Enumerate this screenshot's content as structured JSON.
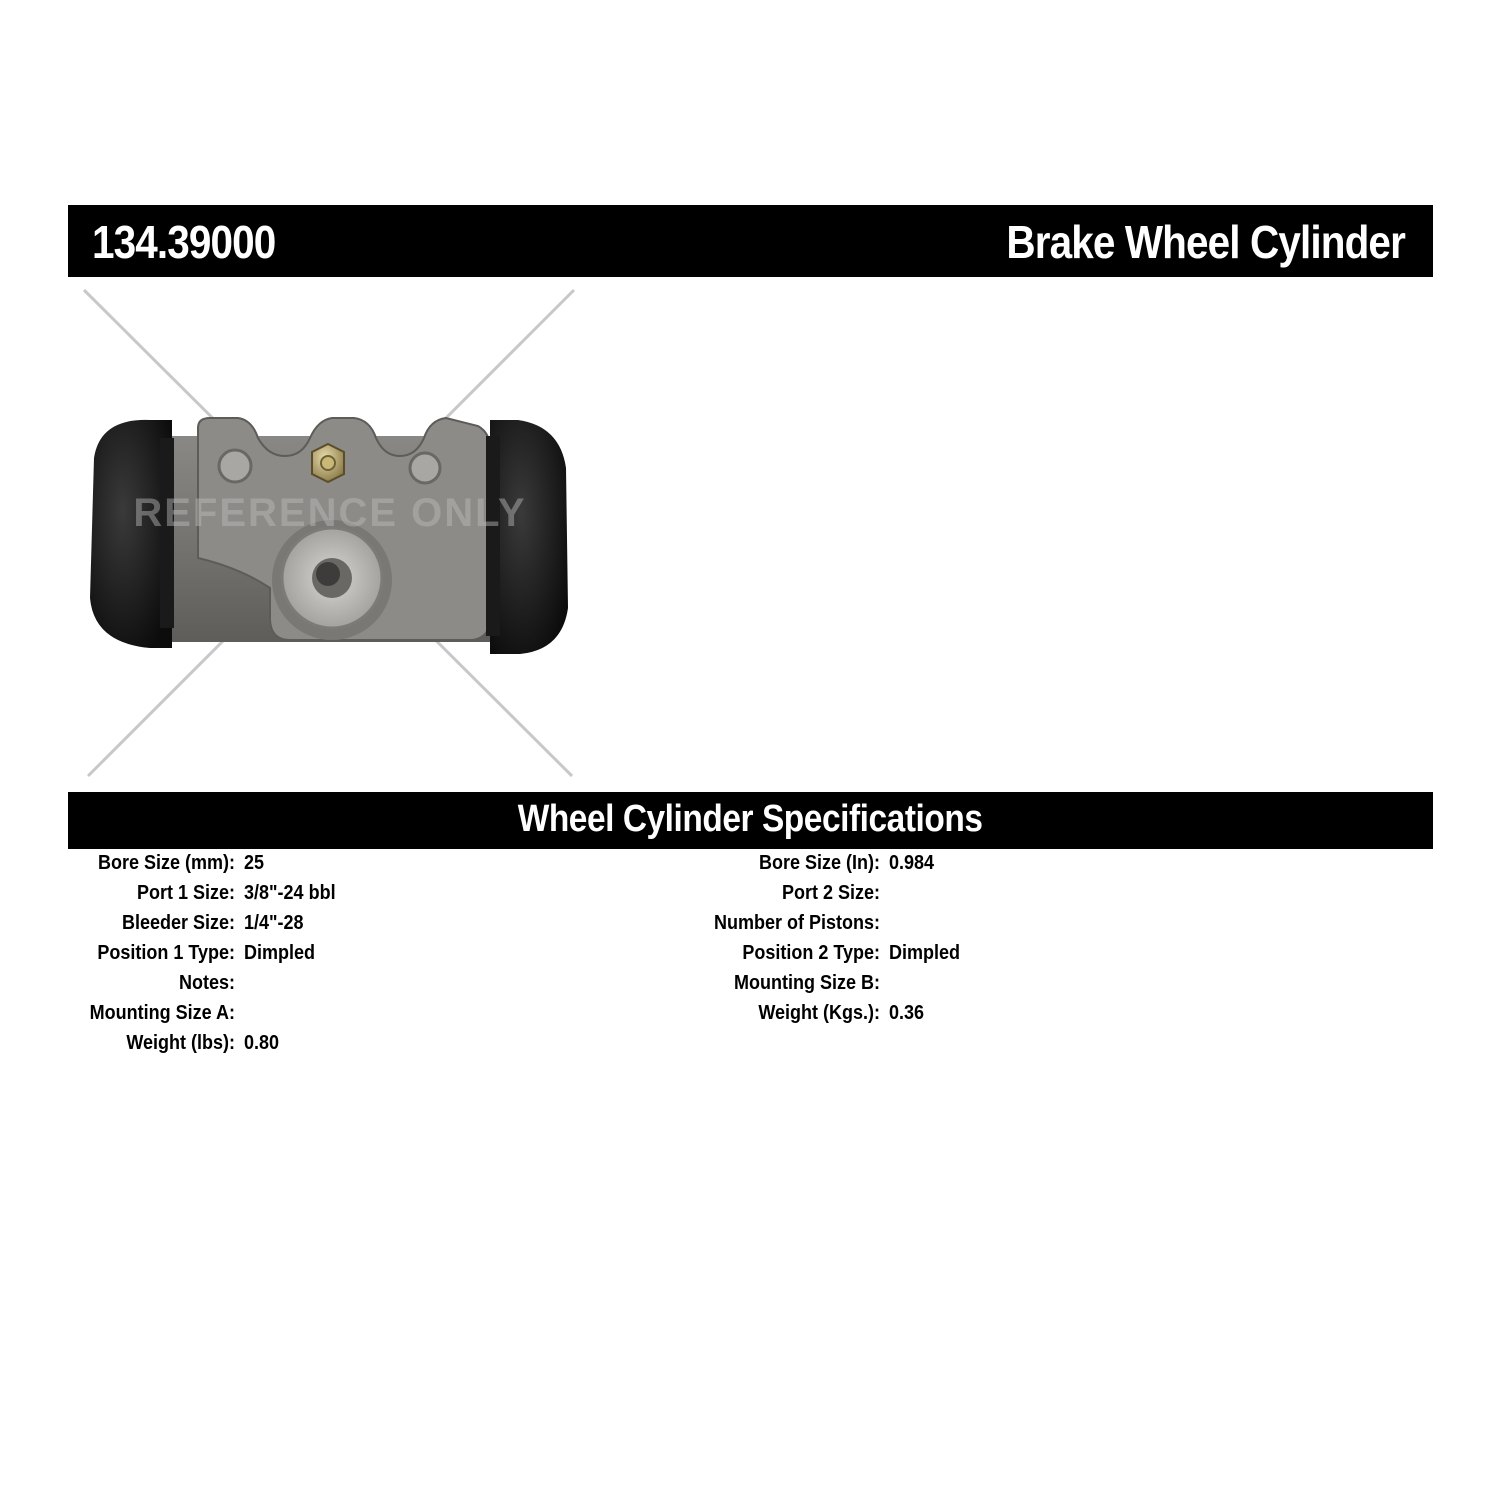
{
  "header": {
    "part_number": "134.39000",
    "product_title": "Brake Wheel Cylinder"
  },
  "image": {
    "watermark": "REFERENCE ONLY"
  },
  "specifications": {
    "title": "Wheel Cylinder Specifications",
    "left": [
      {
        "label": "Bore Size (mm):",
        "value": "25"
      },
      {
        "label": "Port 1 Size:",
        "value": "3/8\"-24 bbl"
      },
      {
        "label": "Bleeder Size:",
        "value": "1/4\"-28"
      },
      {
        "label": "Position 1 Type:",
        "value": "Dimpled"
      },
      {
        "label": "Notes:",
        "value": ""
      },
      {
        "label": "Mounting Size A:",
        "value": ""
      },
      {
        "label": "Weight (lbs):",
        "value": "0.80"
      }
    ],
    "right": [
      {
        "label": "Bore Size (In):",
        "value": "0.984"
      },
      {
        "label": "Port 2 Size:",
        "value": ""
      },
      {
        "label": "Number of Pistons:",
        "value": ""
      },
      {
        "label": "Position 2 Type:",
        "value": "Dimpled"
      },
      {
        "label": "Mounting Size B:",
        "value": ""
      },
      {
        "label": "Weight (Kgs.):",
        "value": "0.36"
      }
    ]
  }
}
